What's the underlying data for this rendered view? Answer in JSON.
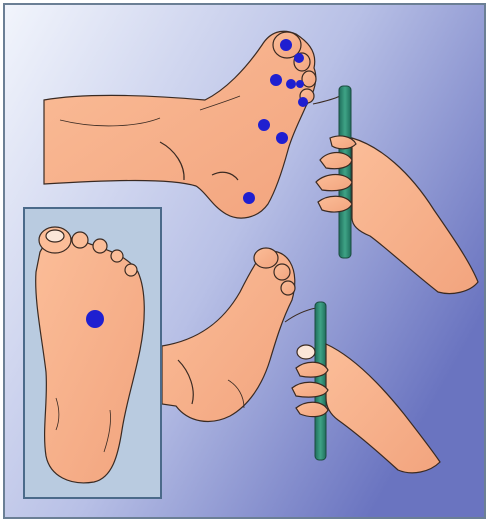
{
  "figure": {
    "kind": "medical-illustration",
    "background_gradient": [
      "#eef2fb",
      "#6f79c2"
    ],
    "frame_color": "#6b7f95",
    "skin_color": "#f7b08a",
    "skin_shadow": "#e89872",
    "outline_color": "#3a2a22",
    "point_color": "#1f1fd0",
    "filament_color": "#2f8a74",
    "inset_bg": "#b9cbe0",
    "inset_border": "#4b6a8a"
  },
  "panels": [
    {
      "name": "top-foot-test",
      "points": 8
    },
    {
      "name": "bottom-foot-test",
      "points": 0
    },
    {
      "name": "inset-sole",
      "points": 1
    }
  ]
}
